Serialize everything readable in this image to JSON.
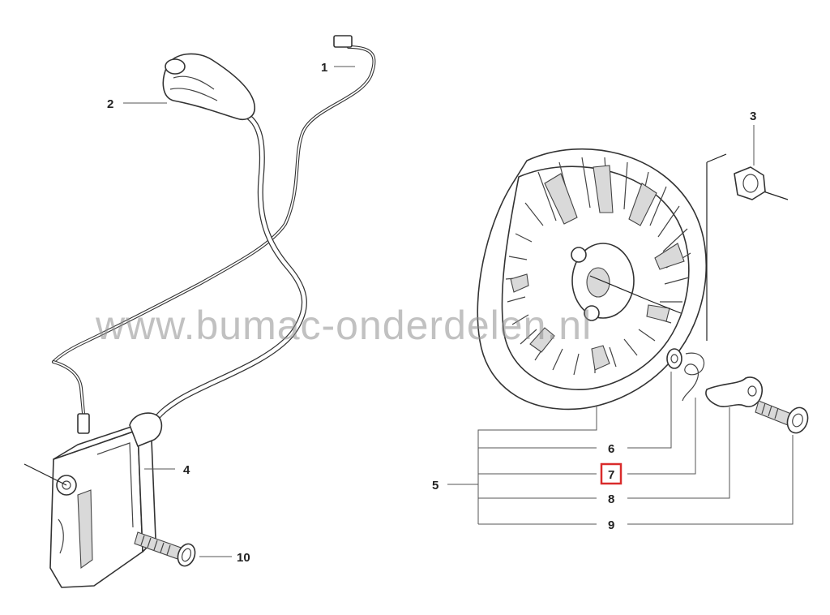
{
  "watermark": "www.bumac-onderdelen.nl",
  "colors": {
    "highlight": "#d92b2b",
    "line": "#333333",
    "watermark": "#8f8f8f"
  },
  "labels": {
    "p1": "1",
    "p2": "2",
    "p3": "3",
    "p4": "4",
    "p5": "5",
    "p6": "6",
    "p7": "7",
    "p8": "8",
    "p9": "9",
    "p10": "10"
  },
  "highlighted_part": "7"
}
